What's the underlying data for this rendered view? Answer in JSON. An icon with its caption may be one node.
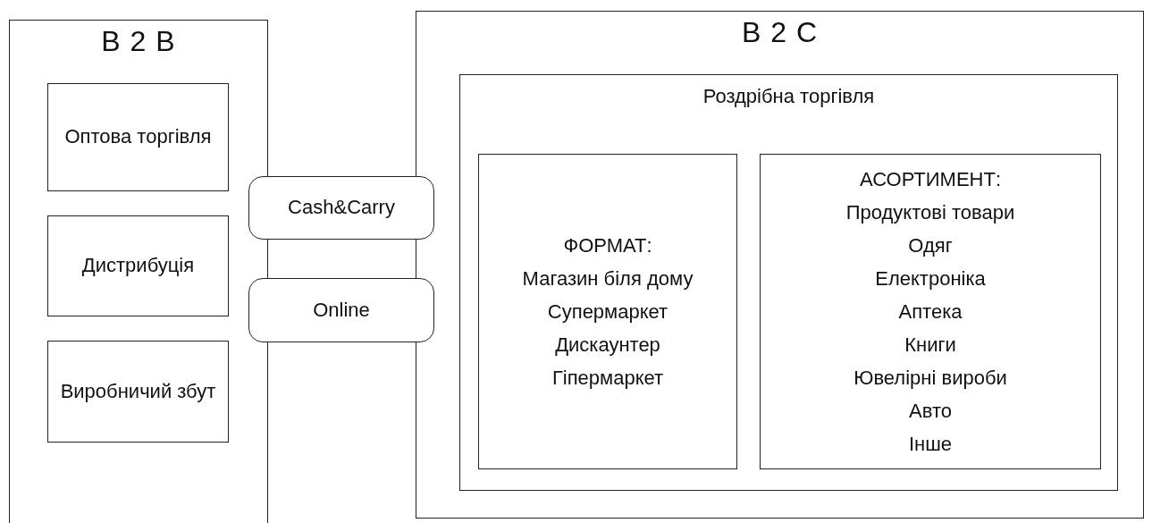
{
  "diagram": {
    "nodes": [
      {
        "text": [
          "B 2 B"
        ]
      },
      {
        "text": [
          "Оптова торгівля"
        ],
        "in": 0
      },
      {
        "text": [
          "Дистрибуція"
        ],
        "in": 0
      },
      {
        "text": [
          "Виробничий збут"
        ],
        "in": 0
      },
      {
        "text": [
          "B 2 C"
        ]
      },
      {
        "text": [
          "Роздрібна торгівля"
        ],
        "in": 4
      },
      {
        "text": [
          "ФОРМАТ:",
          "Магазин біля дому",
          "Супермаркет",
          "Дискаунтер",
          "Гіпермаркет"
        ],
        "in": 5
      },
      {
        "text": [
          "АСОРТИМЕНТ:",
          "Продуктові товари",
          "Одяг",
          "Електроніка",
          "Аптека",
          "Книги",
          "Ювелірні вироби",
          "Авто",
          "Інше"
        ],
        "in": 5
      },
      {
        "text": [
          "Cash&Carry"
        ]
      },
      {
        "text": [
          "Online"
        ]
      }
    ]
  }
}
